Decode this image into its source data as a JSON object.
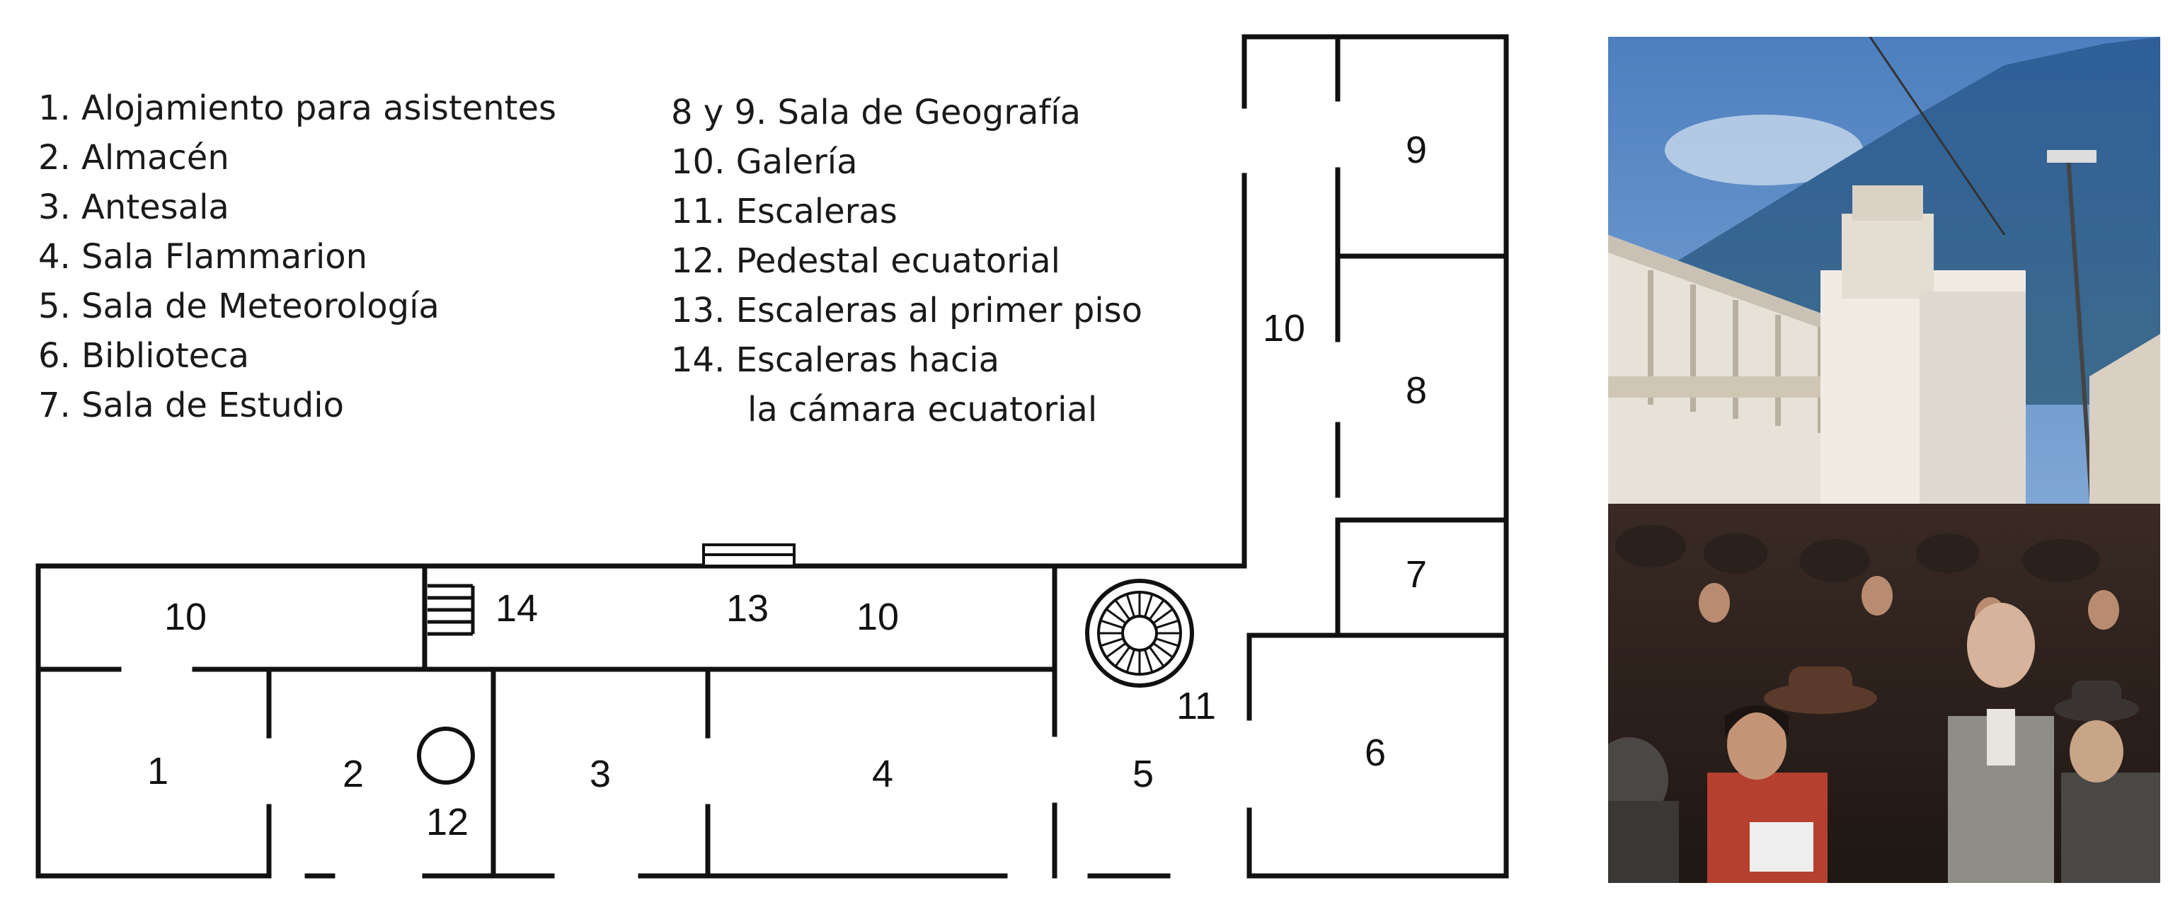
{
  "legend_left": [
    "1. Alojamiento para asistentes",
    "2. Almacén",
    "3. Antesala",
    "4. Sala Flammarion",
    "5. Sala de Meteorología",
    "6. Biblioteca",
    "7. Sala de Estudio"
  ],
  "legend_right": [
    "8 y 9. Sala de Geografía",
    "10. Galería",
    "11. Escaleras",
    "12. Pedestal ecuatorial",
    "13. Escaleras al primer piso",
    "14. Escaleras hacia",
    "la cámara ecuatorial"
  ],
  "rooms": {
    "r1": "1",
    "r2": "2",
    "r3": "3",
    "r4": "4",
    "r5": "5",
    "r6": "6",
    "r7": "7",
    "r8": "8",
    "r9": "9",
    "r10a": "10",
    "r10b": "10",
    "r10c": "10",
    "r11": "11",
    "r12": "12",
    "r13": "13",
    "r14": "14"
  },
  "colors": {
    "wall": "#111111",
    "text": "#1a1a1a"
  }
}
